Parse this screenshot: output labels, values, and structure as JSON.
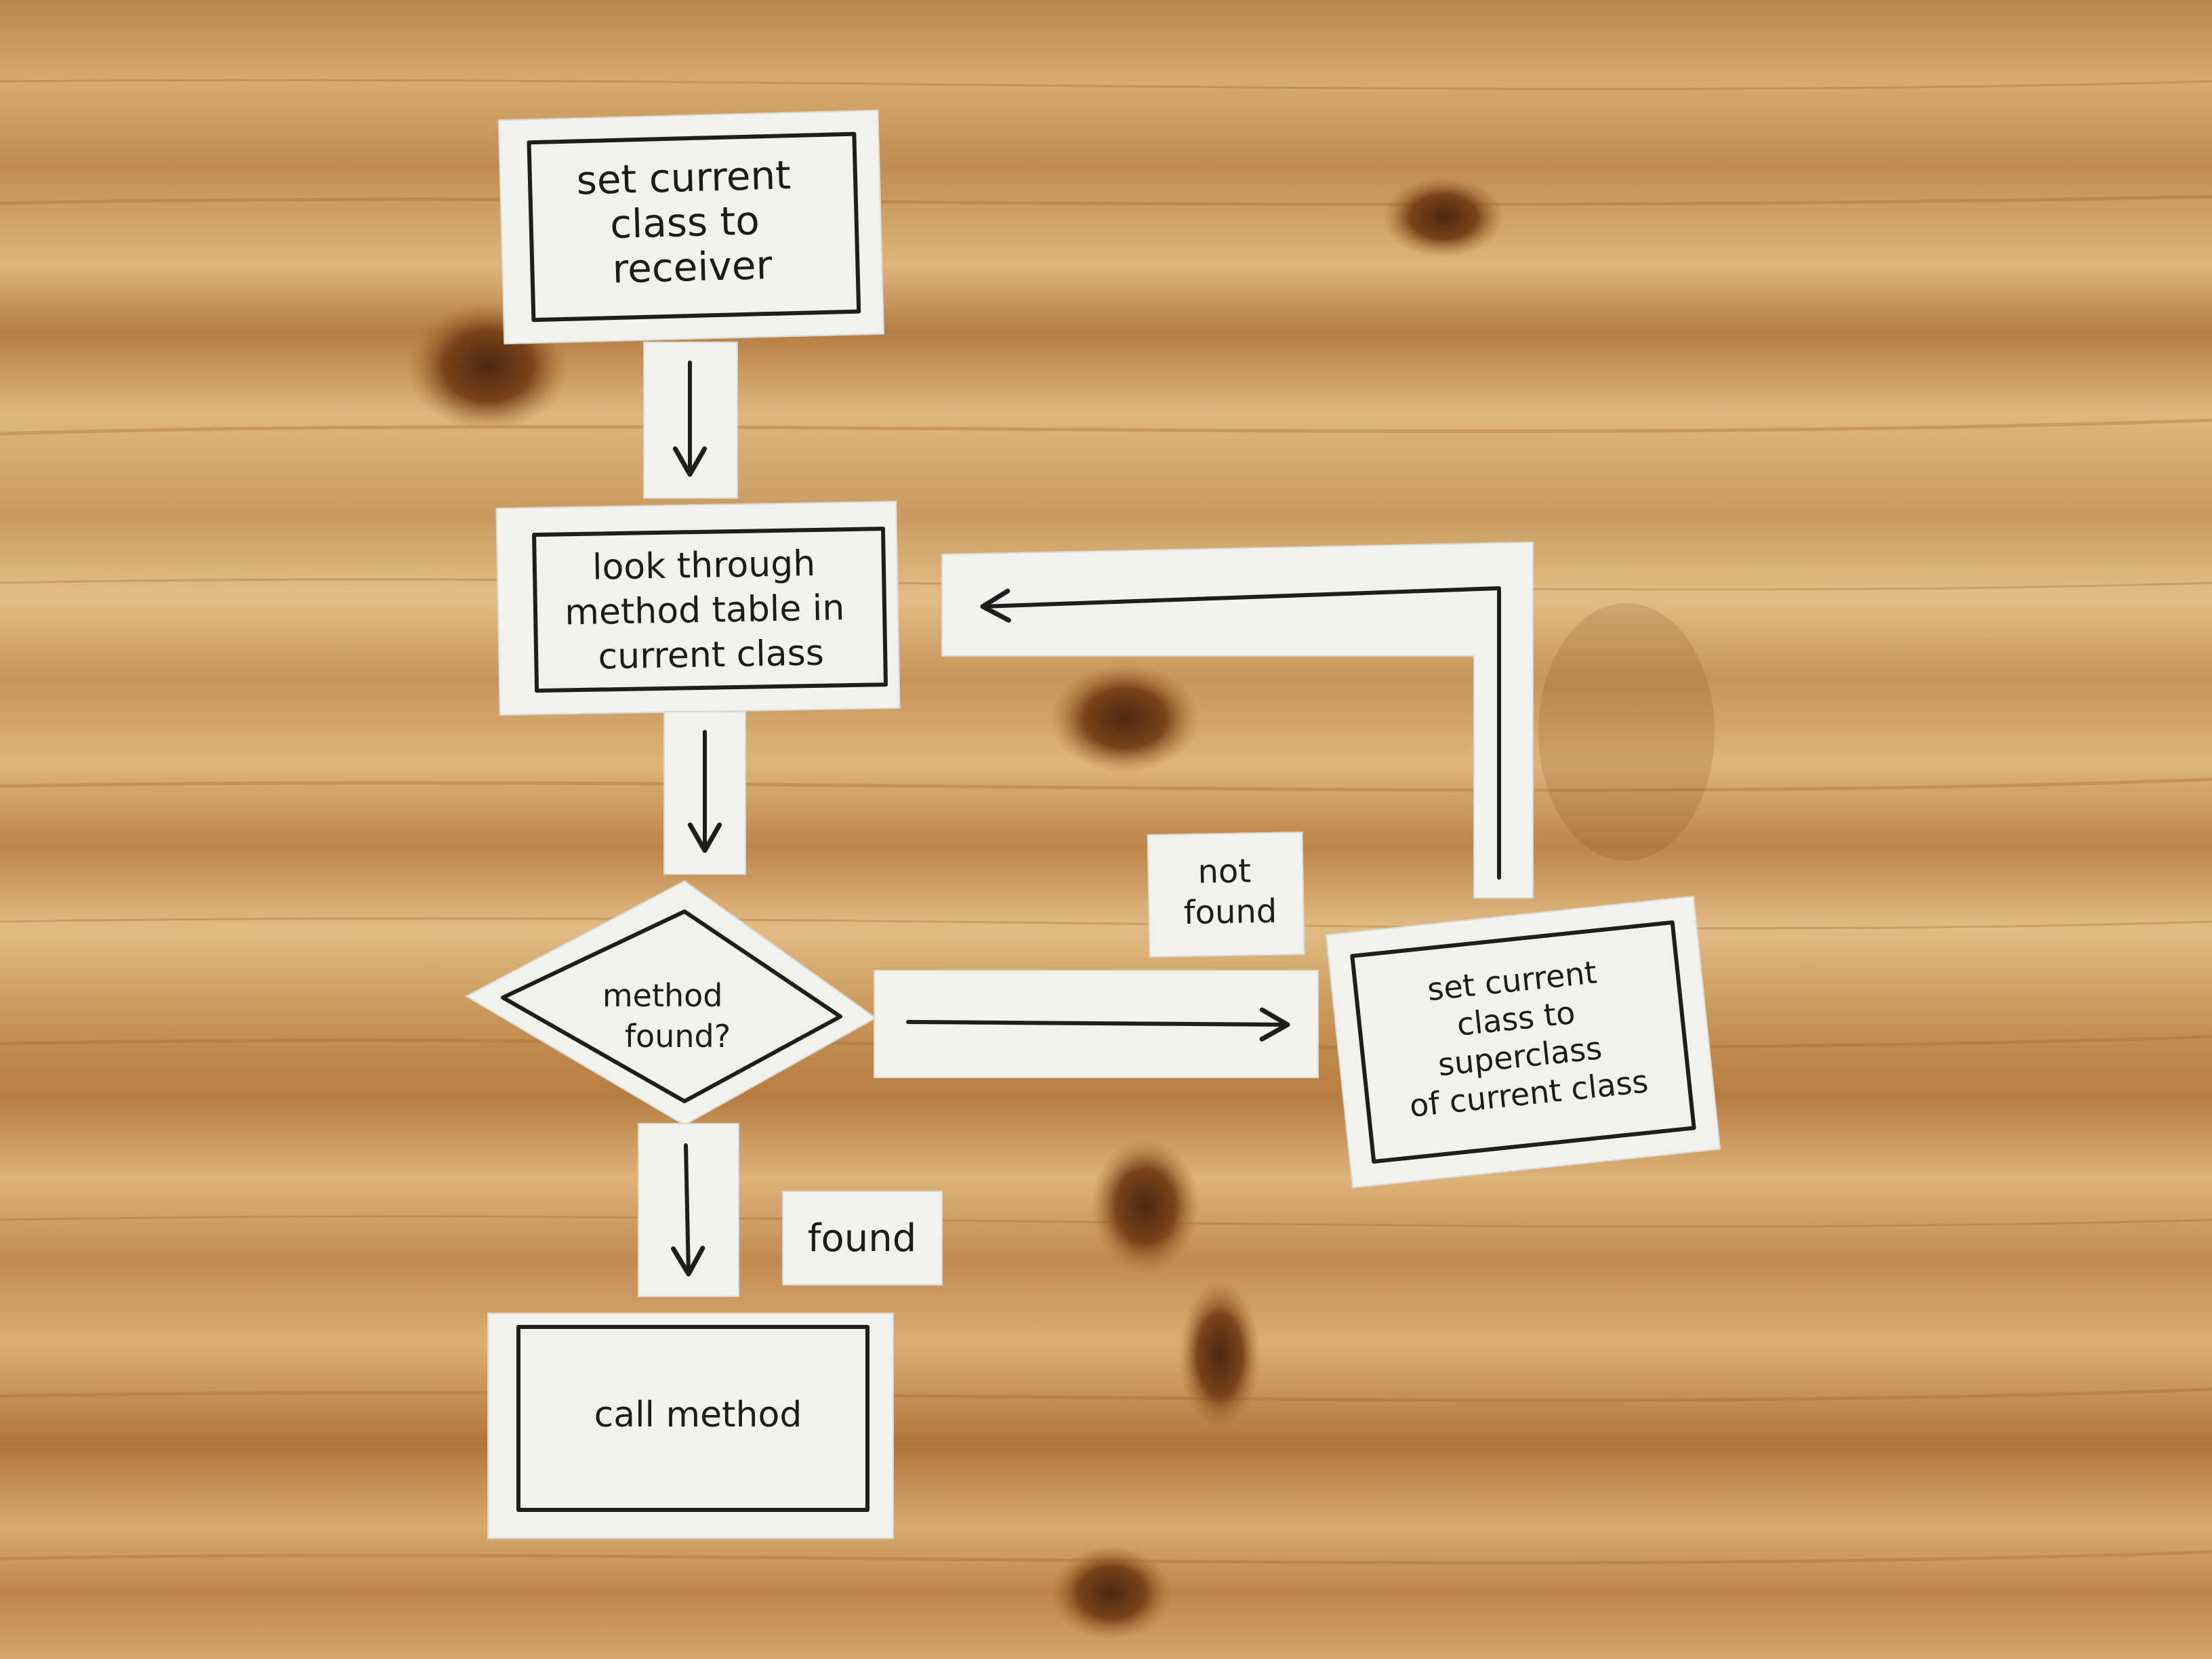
{
  "diagram": {
    "nodes": {
      "start": {
        "lines": [
          "set current",
          "class to",
          "receiver"
        ]
      },
      "lookup": {
        "lines": [
          "look through",
          "method table in",
          "current class"
        ]
      },
      "decision": {
        "lines": [
          "method",
          "found?"
        ]
      },
      "superclass": {
        "lines": [
          "set current",
          "class to",
          "superclass",
          "of current class"
        ]
      },
      "call": {
        "lines": [
          "call method"
        ]
      }
    },
    "labels": {
      "not_found": {
        "lines": [
          "not",
          "found"
        ]
      },
      "found": {
        "lines": [
          "found"
        ]
      }
    }
  }
}
